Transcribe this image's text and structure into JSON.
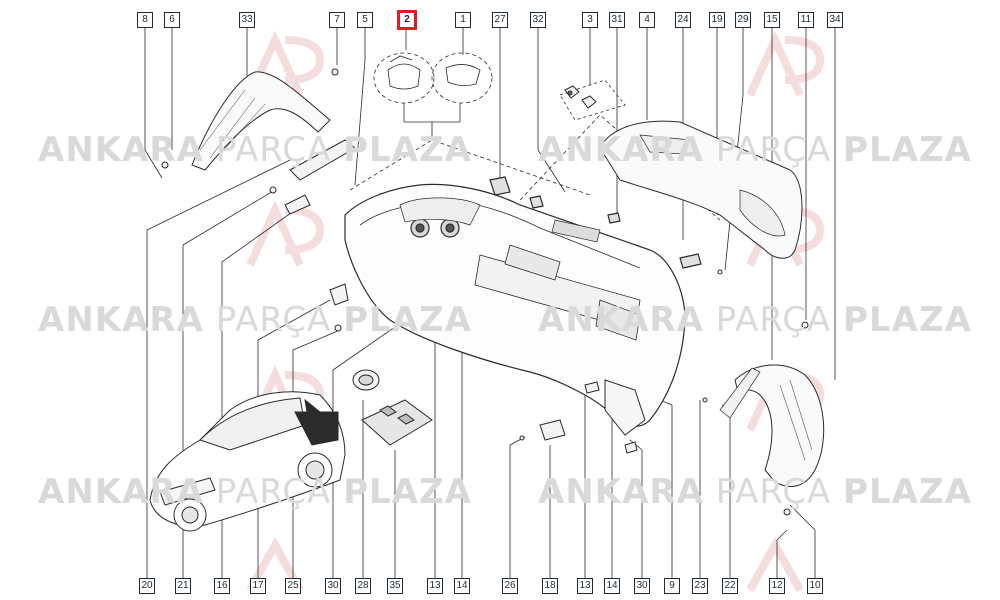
{
  "watermark": {
    "part1": "ANKARA",
    "part2": "PARÇA",
    "part3": "PLAZA"
  },
  "selected_part": "2",
  "top_labels": [
    "8",
    "6",
    "33",
    "7",
    "5",
    "2",
    "1",
    "27",
    "32",
    "3",
    "31",
    "4",
    "24",
    "19",
    "29",
    "15",
    "11",
    "34"
  ],
  "bottom_labels": [
    "20",
    "21",
    "16",
    "17",
    "25",
    "30",
    "28",
    "35",
    "13",
    "14",
    "26",
    "18",
    "13",
    "14",
    "30",
    "9",
    "23",
    "22",
    "12",
    "10"
  ],
  "colors": {
    "line": "#2b2b2b",
    "selected": "#e41b23",
    "watermark": "#d9d9d9",
    "logo": "#f2c9cc"
  }
}
